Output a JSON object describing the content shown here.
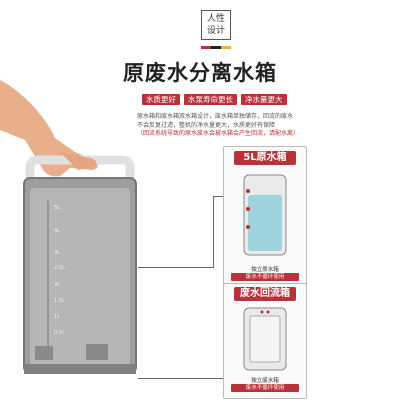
{
  "badge": {
    "line1": "人性",
    "line2": "设计"
  },
  "title": "原废水分离水箱",
  "tags": [
    "水质更好",
    "水泵寿命更长",
    "净水量更大"
  ],
  "description": [
    "原水箱和废水箱双水箱设计，废水箱单独储存，回流的废水",
    "不会反复过滤，整机的净水量更大，水质更好有保障"
  ],
  "note": "（回流系统导致的原水废水会被水箱会产生回流，请配水离）",
  "panel_top": {
    "heading": "5L原水箱",
    "caption": "独立原水箱",
    "subcaption": "废水不循环使用"
  },
  "panel_bottom": {
    "heading": "废水回流箱",
    "caption": "独立废水箱",
    "subcaption": "废水不循环使用"
  },
  "tank_scale": [
    "5L",
    "4L",
    "3L",
    "2.5L",
    "2L",
    "1.5L",
    "1L",
    "0.5L"
  ],
  "colors": {
    "accent": "#b8323a",
    "water": "#9fd3dc"
  }
}
